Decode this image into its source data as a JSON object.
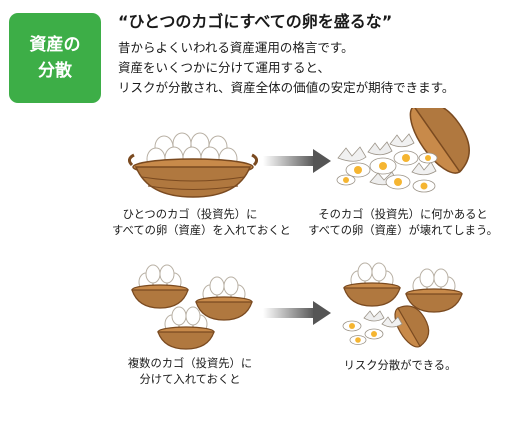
{
  "badge": {
    "line1": "資産の",
    "line2": "分散"
  },
  "headline": "“ひとつのカゴにすべての卵を盛るな”",
  "description": [
    "昔からよくいわれる資産運用の格言です。",
    "資産をいくつかに分けて運用すると、",
    "リスクが分散され、資産全体の価値の安定が期待できます。"
  ],
  "scenario_single": {
    "before_caption": [
      "ひとつのカゴ（投資先）に",
      "すべての卵（資産）を入れておくと"
    ],
    "after_caption": [
      "そのカゴ（投資先）に何かあると",
      "すべての卵（資産）が壊れてしまう。"
    ]
  },
  "scenario_diversified": {
    "before_caption": [
      "複数のカゴ（投資先）に",
      "分けて入れておくと"
    ],
    "after_caption": [
      "リスク分散ができる。"
    ]
  },
  "colors": {
    "badge_green": "#3dae47",
    "basket_brown": "#b0783f",
    "basket_dark": "#7a4a20",
    "egg_white": "#ffffff",
    "yolk": "#f5b531",
    "arrow_gray": "#6b6b6b"
  },
  "icons": [
    "basket-of-eggs-icon",
    "broken-eggs-icon",
    "right-arrow-icon"
  ]
}
